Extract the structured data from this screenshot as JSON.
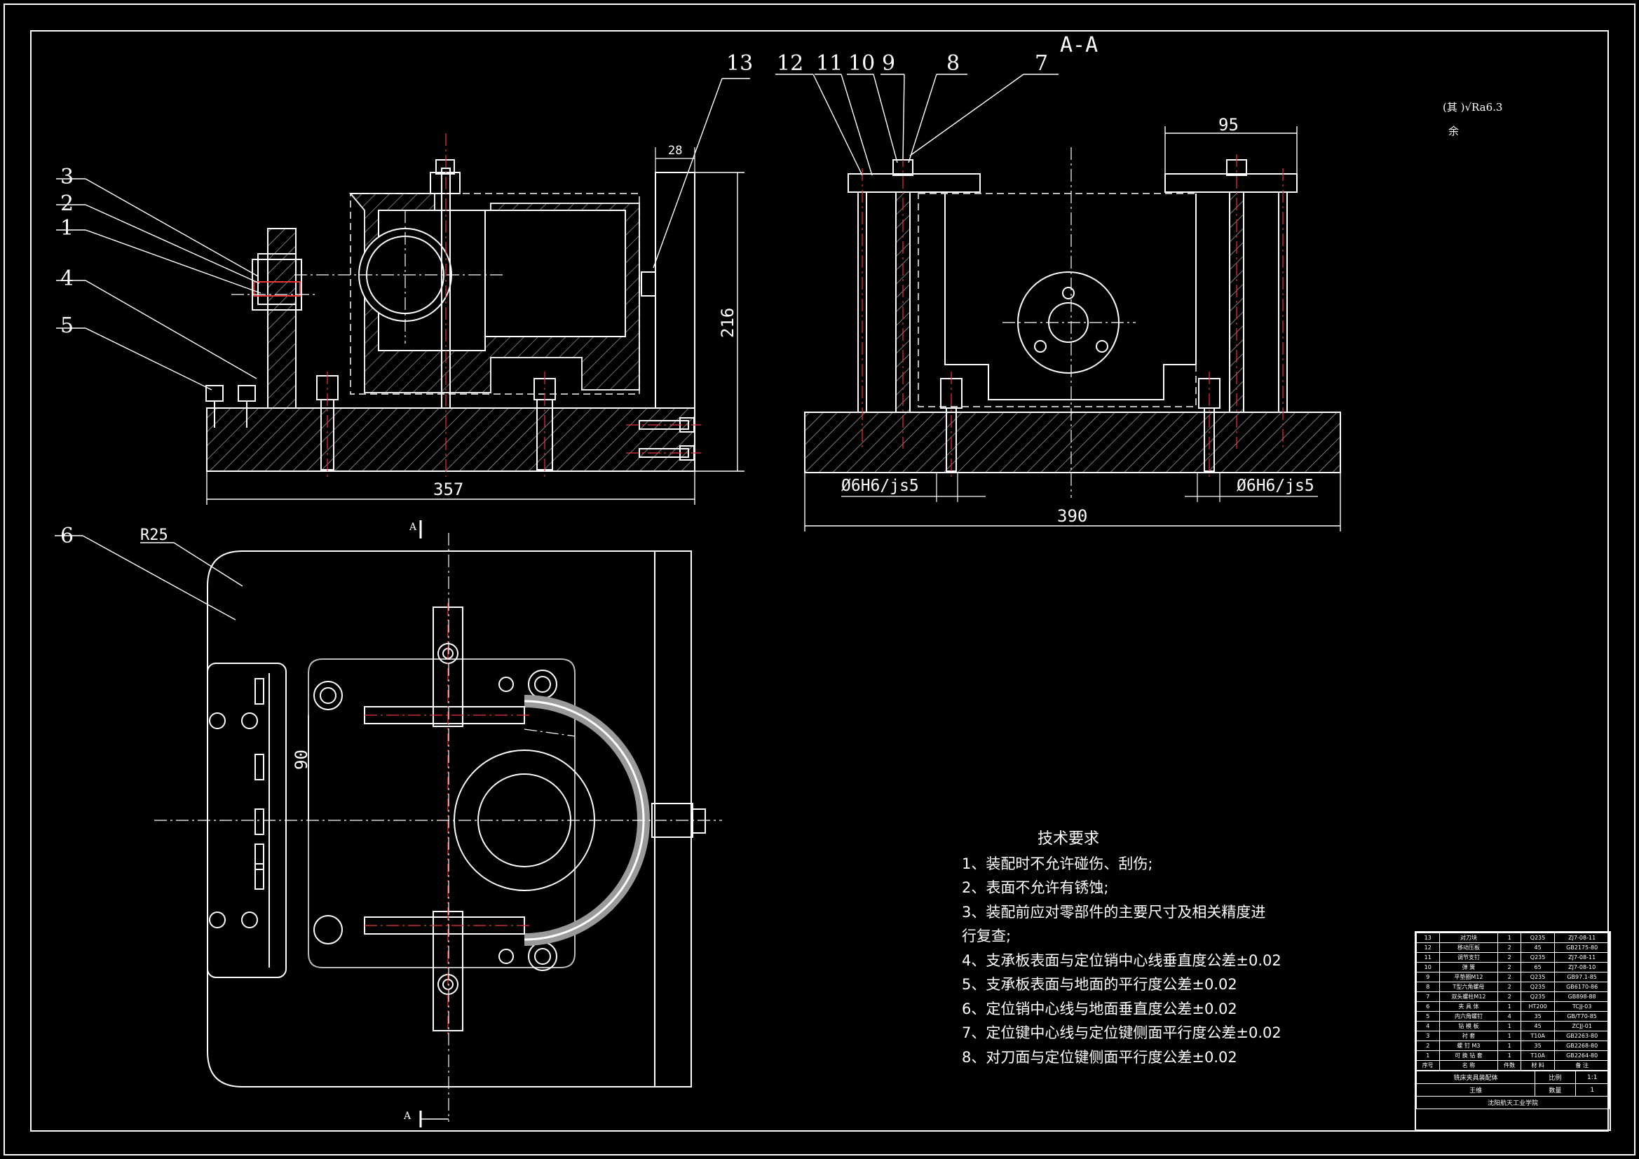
{
  "view_title": "A-A",
  "section_marks": [
    "A",
    "A"
  ],
  "balloons": [
    "1",
    "2",
    "3",
    "4",
    "5",
    "6",
    "7",
    "8",
    "9",
    "10",
    "11",
    "12",
    "13"
  ],
  "dimensions": {
    "d357": "357",
    "d216": "216",
    "d28": "28",
    "d95": "95",
    "d390": "390",
    "fit_left": "Ø6H6/js5",
    "fit_right": "Ø6H6/js5",
    "r25": "R25",
    "d90": "90"
  },
  "surface_note": "(其 )√Ra6.3",
  "surface_note_2": "余",
  "tech_requirements": {
    "title": "技术要求",
    "items": [
      "1、装配时不允许碰伤、刮伤;",
      "2、表面不允许有锈蚀;",
      "3、装配前应对零部件的主要尺寸及相关精度进",
      "行复查;",
      "4、支承板表面与定位销中心线垂直度公差±0.02",
      "5、支承板表面与地面的平行度公差±0.02",
      "6、定位销中心线与地面垂直度公差±0.02",
      "7、定位键中心线与定位键侧面平行度公差±0.02",
      "8、对刀面与定位键侧面平行度公差±0.02"
    ]
  },
  "bom": {
    "rows": [
      [
        "13",
        "对刀块",
        "1",
        "Q235",
        "ZJ7-08-11"
      ],
      [
        "12",
        "移动压板",
        "2",
        "45",
        "GB2175-80"
      ],
      [
        "11",
        "调节支钉",
        "2",
        "Q235",
        "ZJ7-08-11"
      ],
      [
        "10",
        "弹 簧",
        "2",
        "65",
        "ZJ7-08-10"
      ],
      [
        "9",
        "平垫圈M12",
        "2",
        "Q235",
        "GB97.1-85"
      ],
      [
        "8",
        "T型六角螺母",
        "2",
        "Q235",
        "GB6170-86"
      ],
      [
        "7",
        "双头螺柱M12",
        "2",
        "Q235",
        "GB898-88"
      ],
      [
        "6",
        "夹 具 体",
        "1",
        "HT200",
        "TCJJ-03"
      ],
      [
        "5",
        "内六角螺钉",
        "4",
        "35",
        "GB/T70-85"
      ],
      [
        "4",
        "钻 模 板",
        "1",
        "45",
        "ZCJJ-01"
      ],
      [
        "3",
        "衬 套",
        "1",
        "T10A",
        "GB2263-80"
      ],
      [
        "2",
        "螺 钉 M3",
        "1",
        "35",
        "GB2268-80"
      ],
      [
        "1",
        "可 换 钻 套",
        "1",
        "T10A",
        "GB2264-80"
      ],
      [
        "序号",
        "名 称",
        "件数",
        "材 料",
        "备 注"
      ]
    ],
    "title_block": [
      "铣床夹具装配体",
      "比例",
      "1:1",
      "数量",
      "1",
      "王维",
      "沈阳航天工业学院"
    ]
  }
}
